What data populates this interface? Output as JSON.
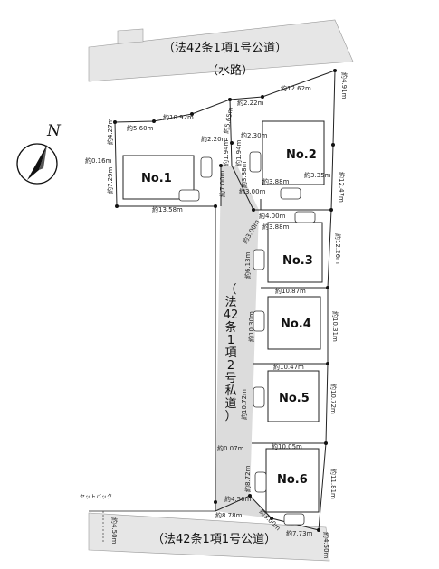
{
  "north_label": "N",
  "roads": {
    "top": "（法42条1項1号公道）",
    "bottom": "（法42条1項1号公道）",
    "waterway": "（水路）",
    "private_road_chars": [
      "（",
      "法",
      "42",
      "条",
      "1",
      "項",
      "2",
      "号",
      "私",
      "道",
      "）"
    ]
  },
  "setback_label": "セットバック",
  "lots": [
    "No.1",
    "No.2",
    "No.3",
    "No.4",
    "No.5",
    "No.6"
  ],
  "dims": {
    "d1": "約4.27m",
    "d2": "約5.60m",
    "d3": "約10.92m",
    "d4": "約5.65m",
    "d5": "約2.22m",
    "d6": "約12.62m",
    "d7": "約4.91m",
    "d8": "約2.20m",
    "d9": "約2.30m",
    "d10": "約1.94m",
    "d11": "約1.94m",
    "d12": "約0.16m",
    "d13": "約7.29m",
    "d14": "約7.00m",
    "d15": "約13.58m",
    "d16": "約3.88m",
    "d17": "約12.47m",
    "d18": "約3.88m",
    "d19": "約3.00m",
    "d20": "約3.35m",
    "d21": "約4.00m",
    "d22": "約3.88m",
    "d23": "約3.00m",
    "d24": "約6.13m",
    "d25": "約12.26m",
    "d26": "約10.87m",
    "d27": "約10.30m",
    "d28": "約10.31m",
    "d29": "約10.47m",
    "d30": "約10.72m",
    "d31": "約10.72m",
    "d32": "約10.05m",
    "d33": "約0.07m",
    "d34": "約8.72m",
    "d35": "約11.81m",
    "d36": "約4.50m",
    "d37": "約8.78m",
    "d38": "約3.00m",
    "d39": "約7.73m",
    "d40": "約4.50m",
    "d41": "約4.50m"
  },
  "colors": {
    "road": "#e6e6e6",
    "private_road": "#dcdcdc",
    "line": "#222222"
  }
}
